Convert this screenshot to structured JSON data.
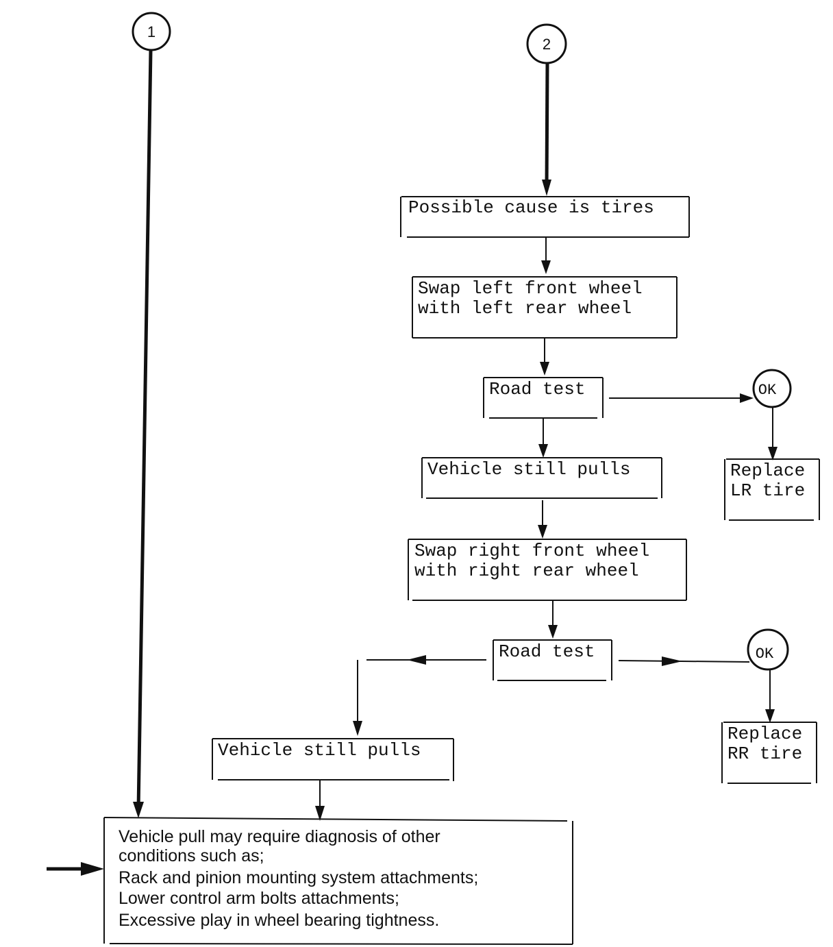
{
  "connectors": {
    "c1": "1",
    "c2": "2",
    "ok1": "OK",
    "ok2": "OK"
  },
  "boxes": {
    "possible_cause": "Possible cause is tires",
    "swap_left": [
      "Swap left front wheel",
      "with left rear wheel"
    ],
    "road_test_1": "Road test",
    "still_pulls_1": "Vehicle still pulls",
    "replace_lr": [
      "Replace",
      "LR tire"
    ],
    "swap_right": [
      "Swap right front wheel",
      "with right rear wheel"
    ],
    "road_test_2": "Road test",
    "replace_rr": [
      "Replace",
      "RR tire"
    ],
    "still_pulls_2": "Vehicle still pulls",
    "final_note": [
      "Vehicle pull may require diagnosis of other",
      "conditions such as;",
      "Rack and pinion mounting system attachments;",
      "Lower control arm bolts attachments;",
      "Excessive play in wheel bearing tightness."
    ]
  }
}
